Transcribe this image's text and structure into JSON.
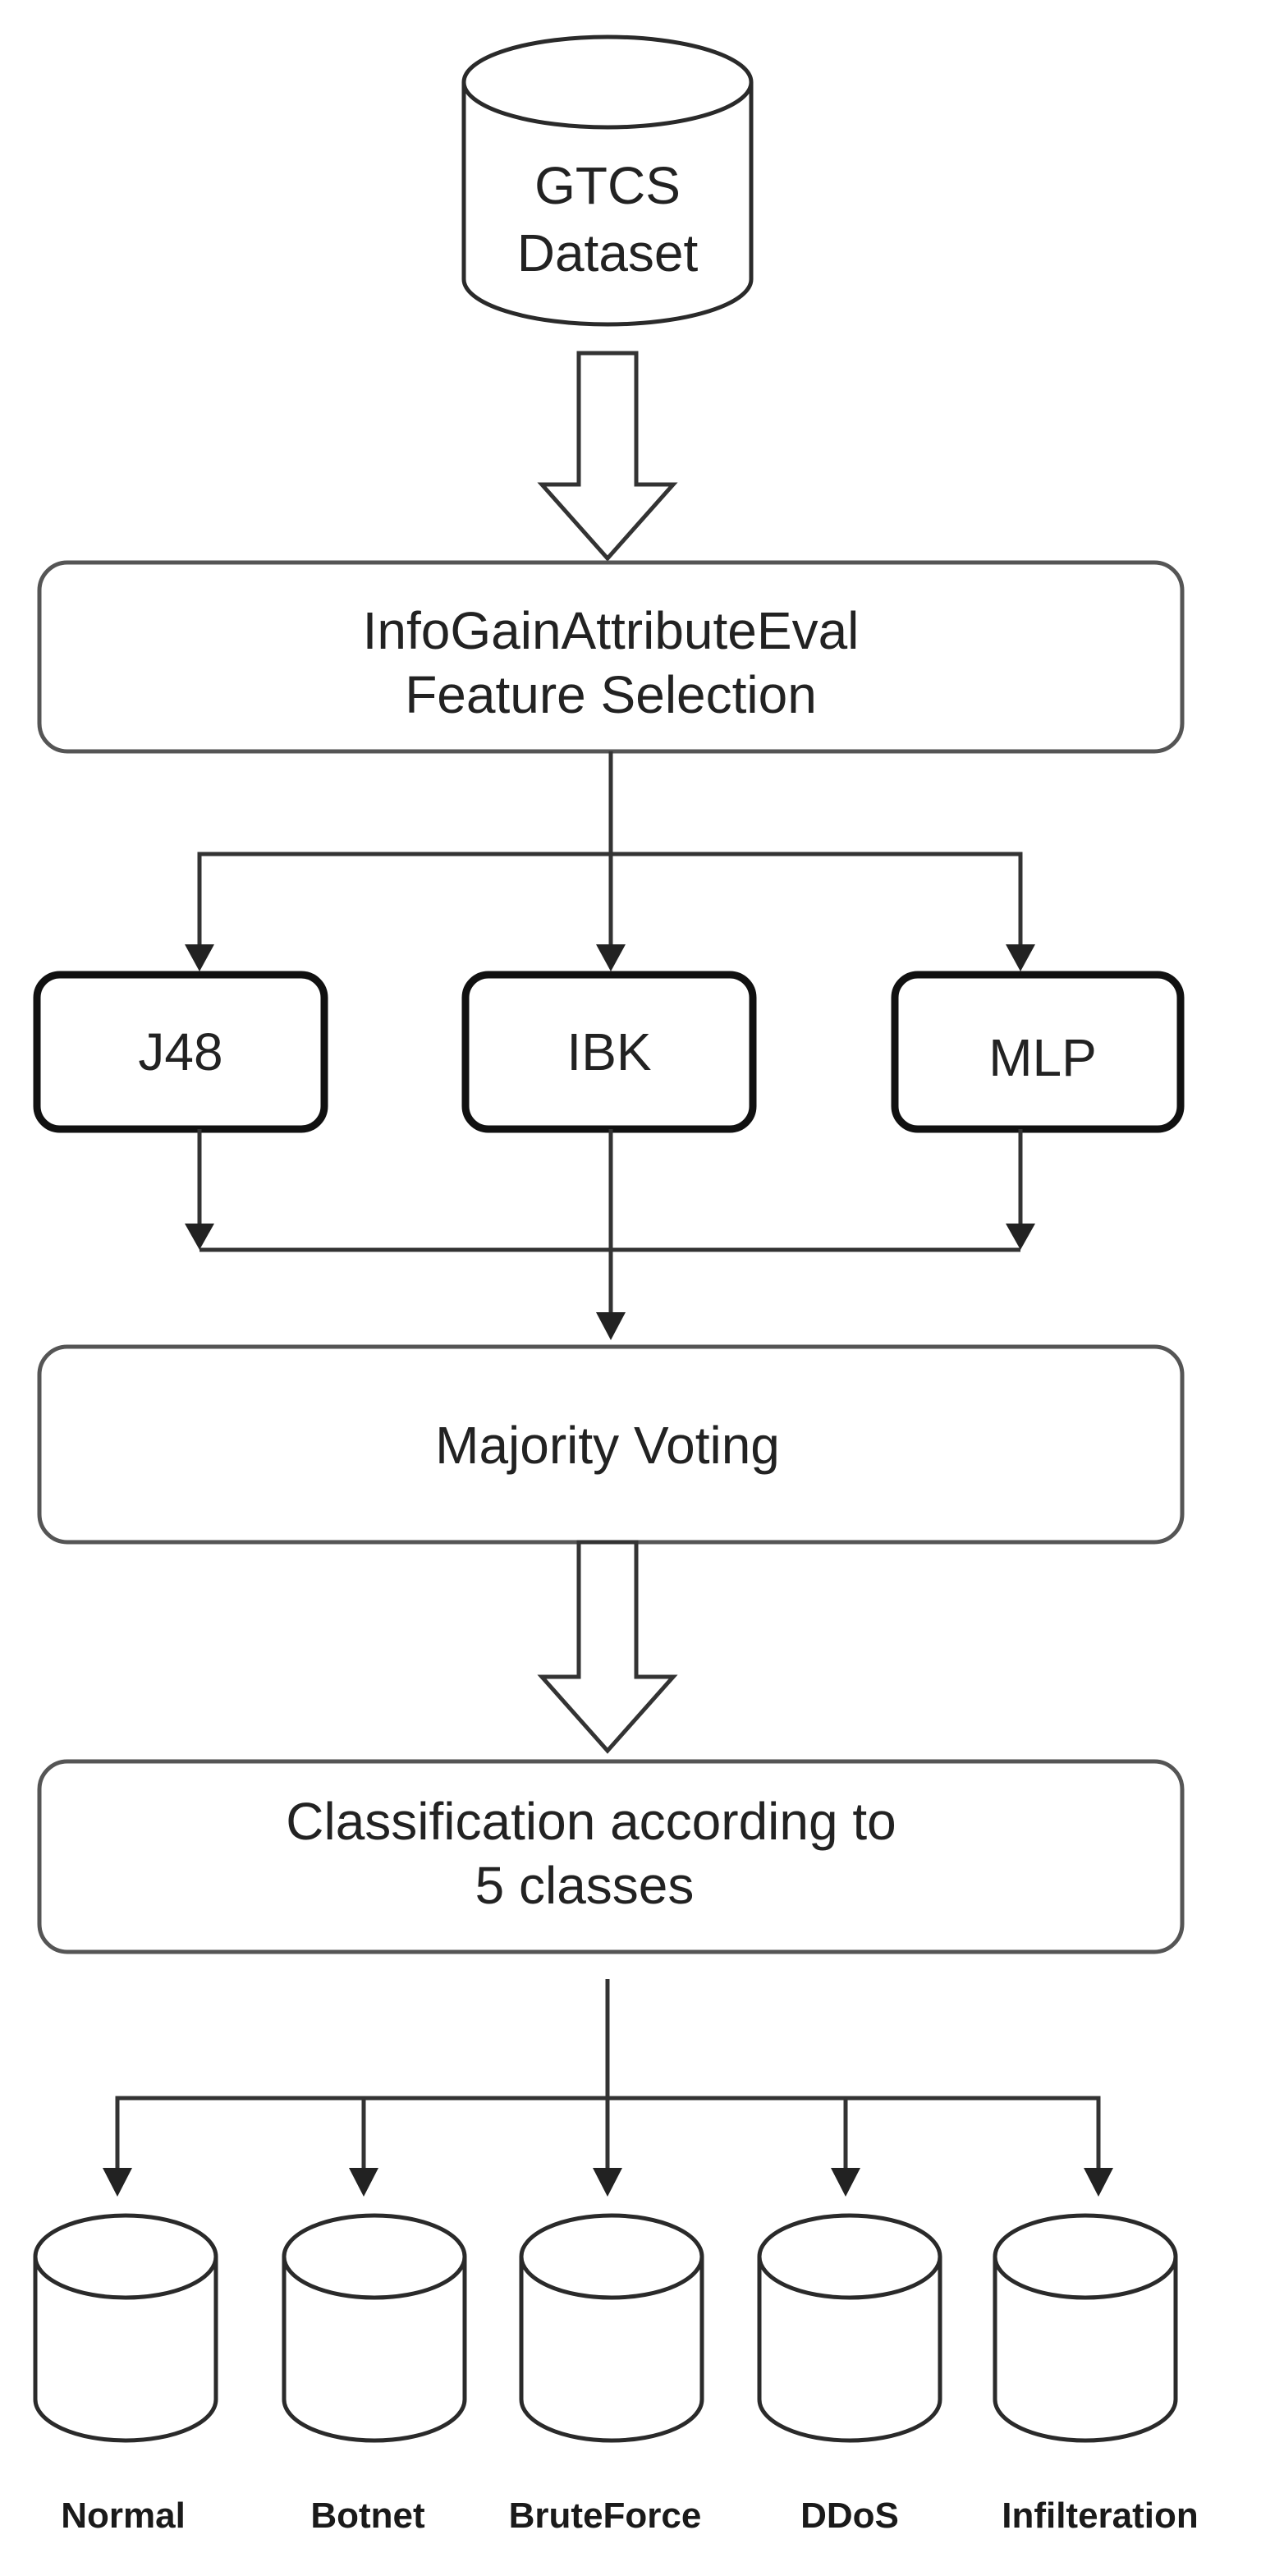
{
  "dataset": {
    "line1": "GTCS",
    "line2": "Dataset"
  },
  "feature_selection": {
    "line1": "InfoGainAttributeEval",
    "line2": "Feature Selection"
  },
  "classifiers": [
    "J48",
    "IBK",
    "MLP"
  ],
  "voting": {
    "label": "Majority Voting"
  },
  "classification": {
    "line1": "Classification according to",
    "line2": "5 classes"
  },
  "classes": [
    "Normal",
    "Botnet",
    "BruteForce",
    "DDoS",
    "Infilteration"
  ]
}
